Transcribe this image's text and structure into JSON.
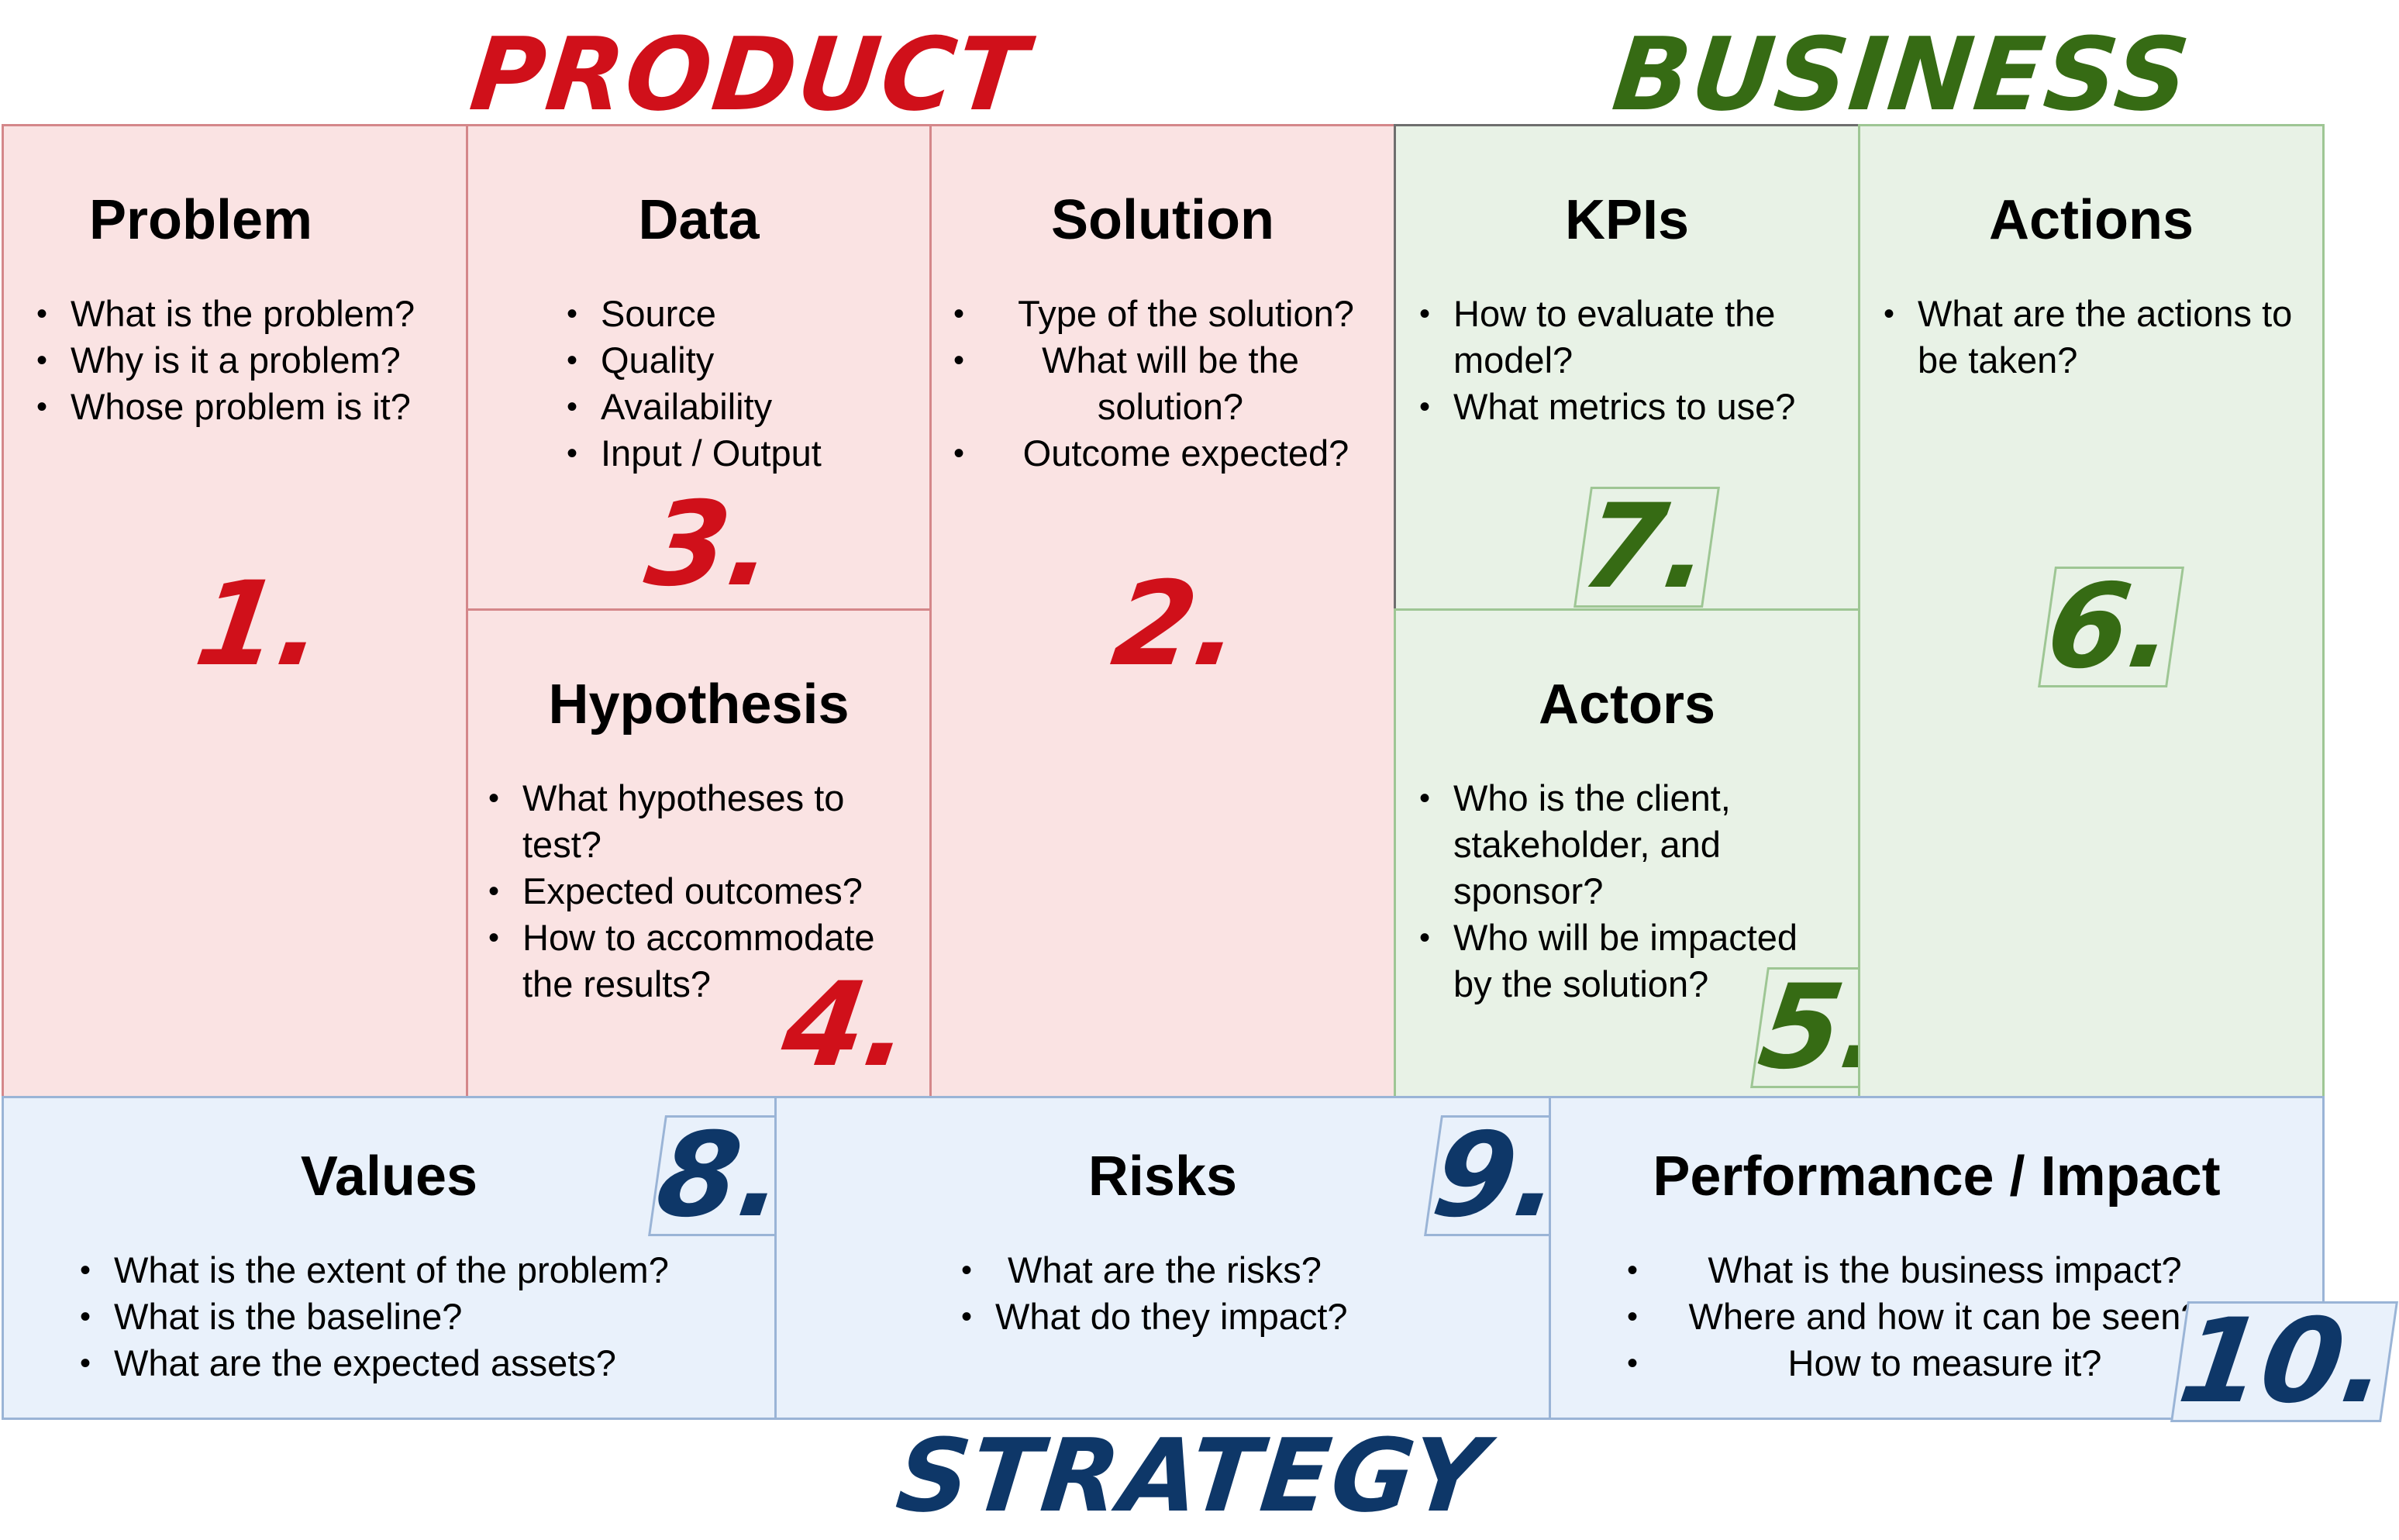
{
  "headers": {
    "product": "PRODUCT",
    "business": "BUSINESS",
    "strategy": "STRATEGY"
  },
  "colors": {
    "product": "#d0101a",
    "business": "#366b14",
    "strategy": "#0e3768",
    "pink_fill": "#fae3e3",
    "green_fill": "#e8f2e6",
    "blue_fill": "#e9f1fb"
  },
  "boxes": {
    "problem": {
      "title": "Problem",
      "number": "1.",
      "items": [
        "What is the problem?",
        "Why is it a problem?",
        "Whose problem is it?"
      ]
    },
    "data": {
      "title": "Data",
      "number": "3.",
      "items": [
        "Source",
        "Quality",
        "Availability",
        "Input / Output"
      ]
    },
    "solution": {
      "title": "Solution",
      "number": "2.",
      "items": [
        "Type of the solution?",
        "What will be the solution?",
        "Outcome expected?"
      ]
    },
    "kpis": {
      "title": "KPIs",
      "number": "7.",
      "items": [
        "How to evaluate the model?",
        "What metrics to use?"
      ]
    },
    "actions": {
      "title": "Actions",
      "number": "6.",
      "items": [
        "What are the actions to be taken?"
      ]
    },
    "hypothesis": {
      "title": "Hypothesis",
      "number": "4.",
      "items": [
        "What hypotheses to test?",
        "Expected outcomes?",
        "How to accommodate the results?"
      ]
    },
    "actors": {
      "title": "Actors",
      "number": "5.",
      "items": [
        "Who is the client, stakeholder, and sponsor?",
        "Who will be impacted by the solution?"
      ]
    },
    "values": {
      "title": "Values",
      "number": "8.",
      "items": [
        "What is the extent of the problem?",
        "What is the baseline?",
        "What are the expected assets?"
      ]
    },
    "risks": {
      "title": "Risks",
      "number": "9.",
      "items": [
        "What are the risks?",
        "What do they impact?"
      ]
    },
    "performance": {
      "title": "Performance / Impact",
      "number": "10.",
      "items": [
        "What is the business impact?",
        "Where and how it can be seen?",
        "How to measure it?"
      ]
    }
  }
}
